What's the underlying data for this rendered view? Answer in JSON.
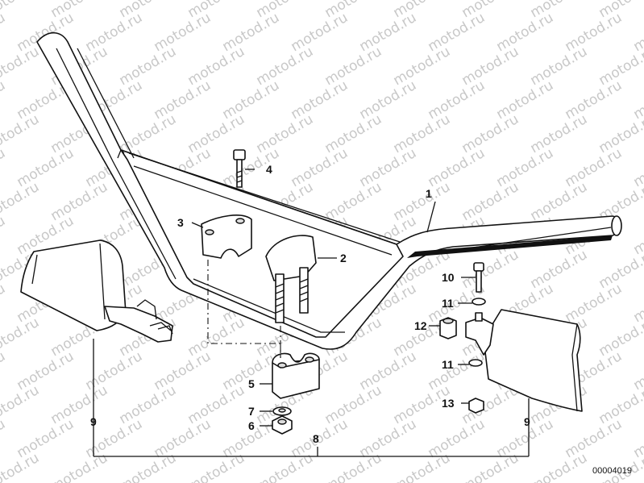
{
  "diagram": {
    "watermark_text": "motod.ru",
    "diagram_id": "00004019",
    "callouts": {
      "c1": "1",
      "c2": "2",
      "c3": "3",
      "c4": "4",
      "c5": "5",
      "c6": "6",
      "c7": "7",
      "c8": "8",
      "c9_left": "9",
      "c9_right": "9",
      "c10": "10",
      "c11_top": "11",
      "c11_bottom": "11",
      "c12": "12",
      "c13": "13"
    }
  }
}
